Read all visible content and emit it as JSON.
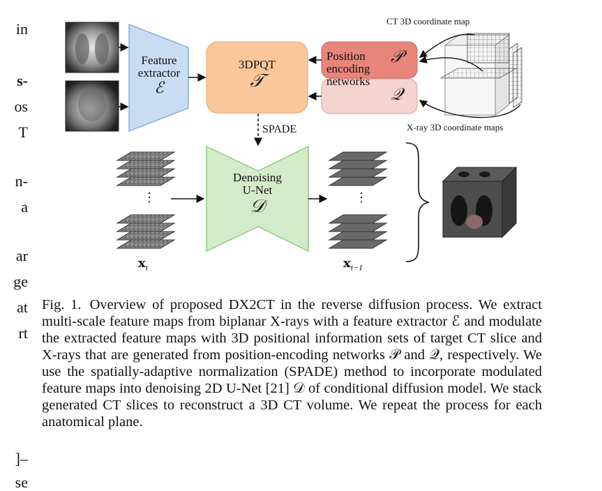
{
  "left_column_fragments": [
    "in",
    "s-",
    "os",
    "T",
    "n-",
    "a",
    "ar",
    "ge",
    "at",
    "rt",
    "]–",
    "se"
  ],
  "figure": {
    "feature_extractor": {
      "line1": "Feature",
      "line2": "extractor",
      "symbol": "ℰ"
    },
    "pqt": {
      "name": "3DPQT",
      "symbol": "𝒯"
    },
    "position_encoding": {
      "line1": "Position",
      "line2": "encoding",
      "line3": "networks",
      "symbol_p": "𝒫",
      "symbol_q": "𝒬"
    },
    "ct_map_label": "CT 3D coordinate map",
    "xray_map_label": "X-ray 3D coordinate maps",
    "spade_label": "SPADE",
    "unet": {
      "line1": "Denoising",
      "line2": "U-Net",
      "symbol": "𝒟"
    },
    "input_label": "𝐱",
    "input_sub": "t",
    "output_label": "𝐱",
    "output_sub": "t−1",
    "ellipsis": "⋮"
  },
  "caption": {
    "fig_num": "Fig. 1.",
    "text": "Overview of proposed DX2CT in the reverse diffusion process. We extract multi-scale feature maps from biplanar X-rays with a feature extractor ℰ and modulate the extracted feature maps with 3D positional information sets of target CT slice and X-rays that are generated from position-encoding networks 𝒫 and 𝒬, respectively. We use the spatially-adaptive normalization (SPADE) method to incorporate modulated feature maps into denoising 2D U-Net [21] 𝒟 of conditional diffusion model. We stack generated CT slices to reconstruct a 3D CT volume. We repeat the process for each anatomical plane."
  },
  "colors": {
    "extractor_fill": "#c9dcf3",
    "pqt_fill": "#f9c79b",
    "p_fill": "#e8857b",
    "q_fill": "#f5d3cf",
    "unet_fill": "#d4ebc9"
  }
}
